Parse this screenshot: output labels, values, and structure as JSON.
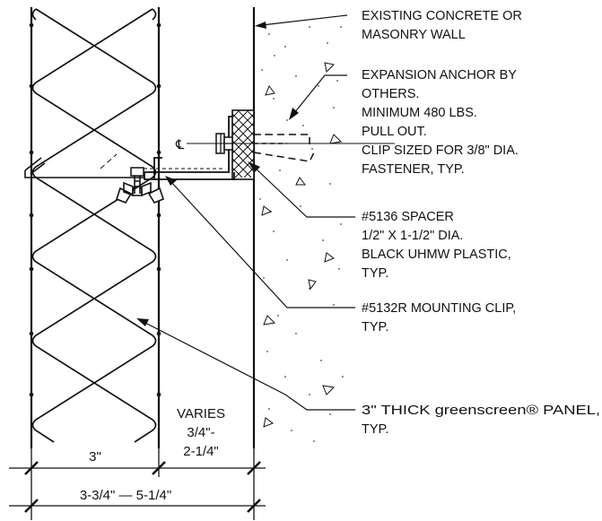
{
  "notes": {
    "wall": [
      "EXISTING CONCRETE OR",
      "MASONRY WALL"
    ],
    "anchor": [
      "EXPANSION ANCHOR BY",
      "OTHERS.",
      "MINIMUM 480 LBS.",
      "PULL OUT.",
      "CLIP SIZED FOR 3/8\" DIA.",
      "FASTENER, TYP."
    ],
    "spacer": [
      "#5136 SPACER",
      "1/2\" X 1-1/2\" DIA.",
      "BLACK UHMW PLASTIC,",
      "TYP."
    ],
    "clip": [
      "#5132R MOUNTING CLIP,",
      "TYP."
    ],
    "panel": [
      "3\" THICK greenscreen® PANEL,",
      "TYP."
    ]
  },
  "centerline_symbol": "℄",
  "dimensions": {
    "panel_width": "3\"",
    "varies": [
      "VARIES",
      "3/4\"-",
      "2-1/4\""
    ],
    "overall": "3-3/4\" — 5-1/4\""
  }
}
